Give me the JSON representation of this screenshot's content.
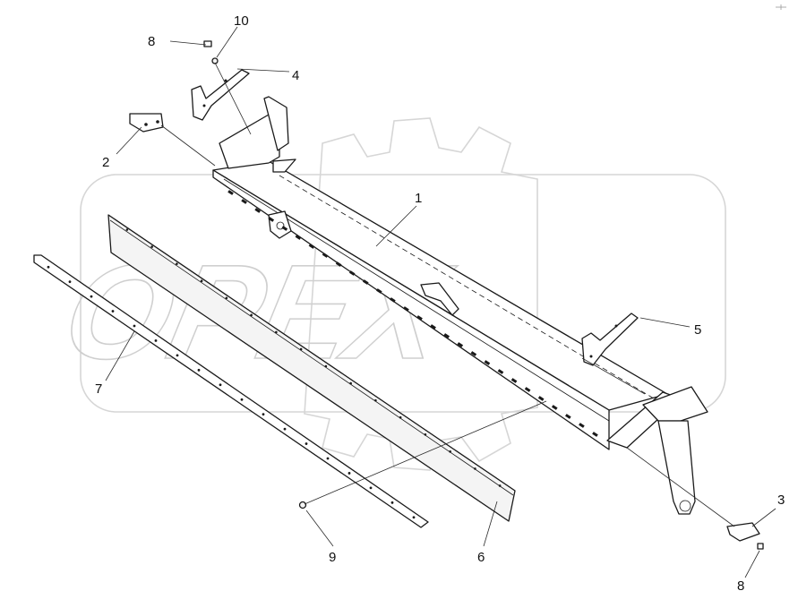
{
  "watermark": {
    "text": "OPEX"
  },
  "callouts": {
    "c1": "1",
    "c2": "2",
    "c3": "3",
    "c4": "4",
    "c5": "5",
    "c6": "6",
    "c7": "7",
    "c8a": "8",
    "c8b": "8",
    "c9": "9",
    "c10": "10"
  },
  "colors": {
    "line": "#1a1a1a",
    "watermark": "#d6d6d6",
    "background": "#ffffff"
  }
}
